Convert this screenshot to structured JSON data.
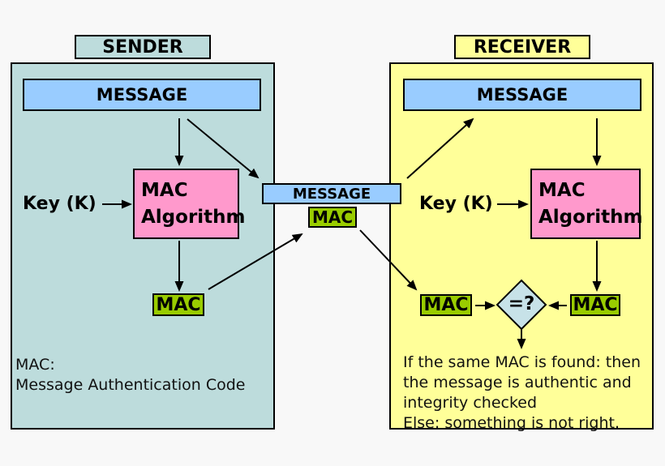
{
  "colors": {
    "background": "#f8f8f8",
    "line": "#000000",
    "panel_sender": "#bddcdc",
    "panel_receiver": "#ffff99",
    "message_blue": "#99ccff",
    "algorithm_pink": "#ff99cc",
    "mac_green": "#99cc00",
    "diamond_blue": "#c7e2e8"
  },
  "sender": {
    "title": "SENDER",
    "message": "MESSAGE",
    "key": "Key (K)",
    "algorithm_line1": "MAC",
    "algorithm_line2": "Algorithm",
    "mac": "MAC",
    "note_line1": "MAC:",
    "note_line2": "Message Authentication Code"
  },
  "channel": {
    "message": "MESSAGE",
    "mac": "MAC"
  },
  "receiver": {
    "title": "RECEIVER",
    "message": "MESSAGE",
    "key": "Key (K)",
    "algorithm_line1": "MAC",
    "algorithm_line2": "Algorithm",
    "mac_left": "MAC",
    "mac_right": "MAC",
    "comparator": "=?",
    "note_line1": "If the same MAC is found: then",
    "note_line2": "the message is authentic and",
    "note_line3": "integrity checked",
    "note_line4": "Else: something is not right."
  }
}
